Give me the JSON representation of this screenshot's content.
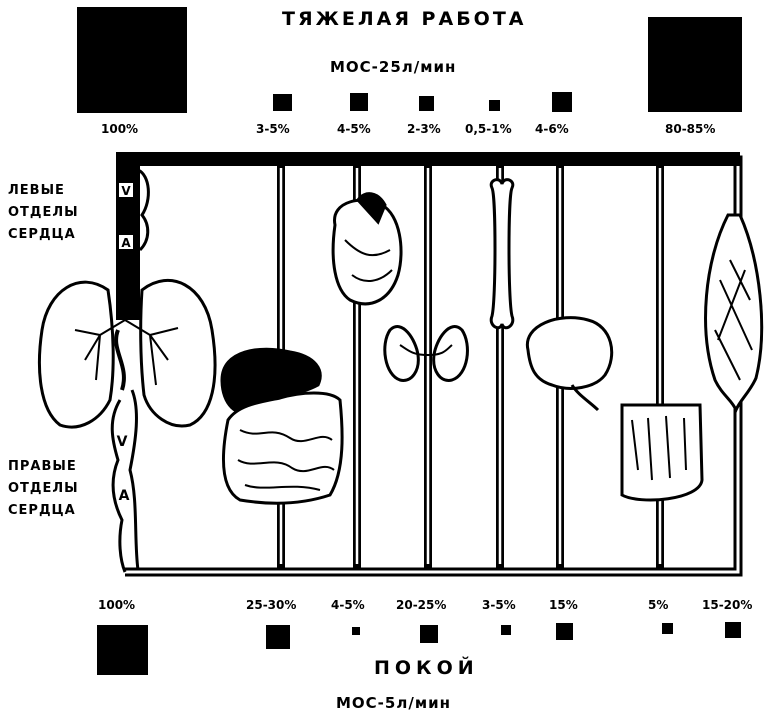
{
  "heavy": {
    "title": "ТЯЖЕЛАЯ РАБОТА",
    "mos": "МОС-25л/мин",
    "left_pct": "100%",
    "right_pct": "80-85%",
    "organ_pcts": [
      "3-5%",
      "4-5%",
      "2-3%",
      "0,5-1%",
      "4-6%"
    ]
  },
  "rest": {
    "title": "ПОКОЙ",
    "mos": "МОС-5л/мин",
    "pcts": [
      "100%",
      "25-30%",
      "4-5%",
      "20-25%",
      "3-5%",
      "15%",
      "5%",
      "15-20%"
    ]
  },
  "heart_left_label": [
    "ЛЕВЫЕ",
    "ОТДЕЛЫ",
    "СЕРДЦА"
  ],
  "heart_right_label": [
    "ПРАВЫЕ",
    "ОТДЕЛЫ",
    "СЕРДЦА"
  ],
  "chamber_labels": {
    "v": "V",
    "a": "A"
  }
}
